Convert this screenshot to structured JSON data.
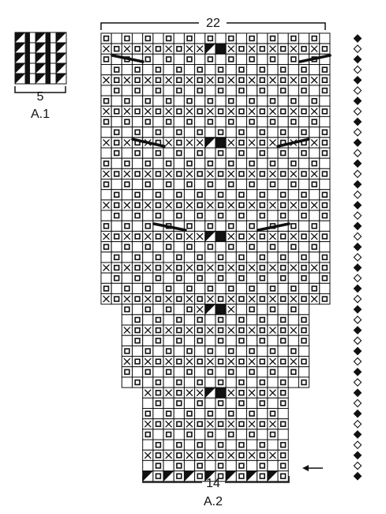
{
  "chart_a1": {
    "width_label": "5",
    "name": "A.1"
  },
  "chart_a2": {
    "top_width_label": "22",
    "bottom_width_label": "14",
    "name": "A.2",
    "start_arrow": "left-arrow-icon"
  },
  "colors": {
    "ink": "#111111",
    "background": "#ffffff"
  }
}
